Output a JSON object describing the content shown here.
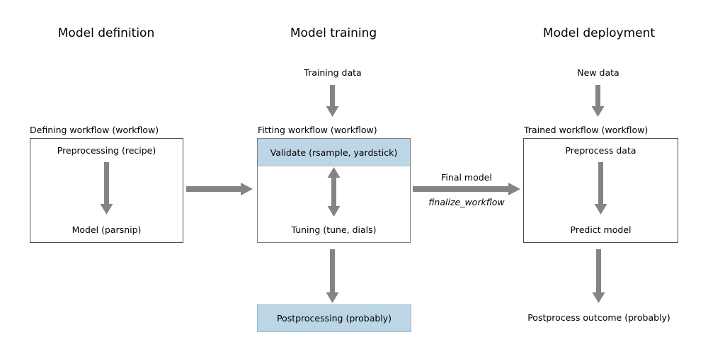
{
  "columns": [
    {
      "title": "Model definition",
      "box_label": "Defining workflow (workflow)",
      "box_top": "Preprocessing (recipe)",
      "box_bottom": "Model (parsnip)"
    },
    {
      "title": "Model training",
      "input_label": "Training data",
      "box_label": "Fitting workflow (workflow)",
      "box_top": "Validate (rsample, yardstick)",
      "box_bottom": "Tuning (tune, dials)",
      "output_label": "Postprocessing (probably)"
    },
    {
      "title": "Model deployment",
      "input_label": "New data",
      "box_label": "Trained workflow (workflow)",
      "box_top": "Preprocess data",
      "box_bottom": "Predict model",
      "output_label": "Postprocess outcome (probably)"
    }
  ],
  "transition": {
    "label": "Final model",
    "function_label": "finalize_workflow"
  },
  "colors": {
    "highlight_fill": "#bcd5e7",
    "highlight_border": "#9fbdd3",
    "arrow": "#848484",
    "box_border": "#4d4d4d",
    "fitting_box_border": "#808080"
  }
}
